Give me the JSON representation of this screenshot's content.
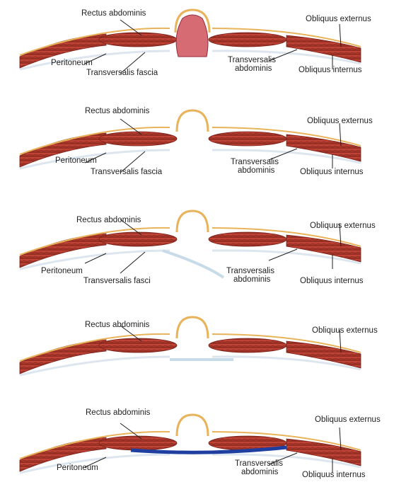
{
  "colors": {
    "muscle": "#b23a2e",
    "muscle_dark": "#7a1f18",
    "sheath": "#e8b35a",
    "fascia": "#dde6ee",
    "mesh": "#1f3fa0",
    "background": "#ffffff"
  },
  "panels": [
    {
      "state": "protruding tissue",
      "labels": {
        "rectus": "Rectus abdominis",
        "obl_ext": "Obliquus externus",
        "peritoneum": "Peritoneum",
        "fascia": "Transversalis fascia",
        "transv": "Transversalis",
        "transv2": "abdominis",
        "obl_int": "Obliquus internus"
      }
    },
    {
      "state": "sac",
      "labels": {
        "rectus": "Rectus abdominis",
        "obl_ext": "Obliquus externus",
        "peritoneum": "Peritoneum",
        "fascia": "Transversalis fascia",
        "transv": "Transversalis",
        "transv2": "abdominis",
        "obl_int": "Obliquus internus"
      }
    },
    {
      "state": "fascia detached",
      "labels": {
        "rectus": "Rectus abdominis",
        "obl_ext": "Obliquus externus",
        "peritoneum": "Peritoneum",
        "fascia": "Transversalis fasci",
        "transv": "Transversalis",
        "transv2": "abdominis",
        "obl_int": "Obliquus internus"
      }
    },
    {
      "state": "fascia closed",
      "labels": {
        "rectus": "Rectus abdominis",
        "obl_ext": "Obliquus externus"
      }
    },
    {
      "state": "mesh placed",
      "labels": {
        "rectus": "Rectus abdominis",
        "obl_ext": "Obliquus externus",
        "peritoneum": "Peritoneum",
        "transv": "Transversalis",
        "transv2": "abdominis",
        "obl_int": "Obliquus internus"
      }
    }
  ]
}
